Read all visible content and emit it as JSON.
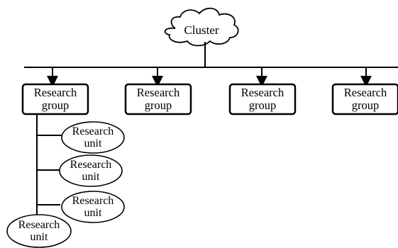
{
  "diagram": {
    "root": {
      "label": "Cluster",
      "shape": "cloud"
    },
    "groups": [
      {
        "label": "Research\ngroup"
      },
      {
        "label": "Research\ngroup"
      },
      {
        "label": "Research\ngroup"
      },
      {
        "label": "Research\ngroup"
      }
    ],
    "units": [
      {
        "label": "Research\nunit"
      },
      {
        "label": "Research\nunit"
      },
      {
        "label": "Research\nunit"
      },
      {
        "label": "Research\nunit"
      }
    ],
    "colors": {
      "stroke": "#000000",
      "background": "#ffffff"
    }
  }
}
